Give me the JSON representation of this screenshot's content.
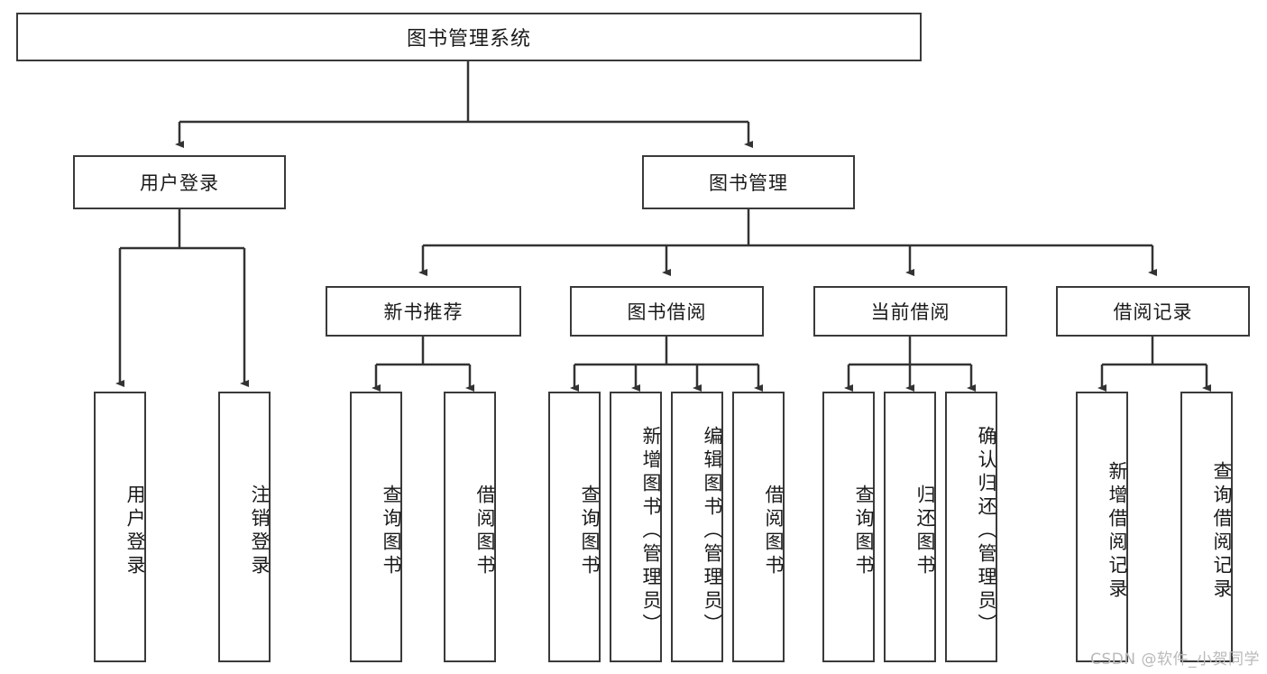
{
  "diagram": {
    "title": "图书管理系统",
    "type": "tree-hierarchy-diagram",
    "colors": {
      "box_border": "#3a3a3a",
      "box_fill": "#ffffff",
      "connector": "#333333",
      "text": "#1a1a1a",
      "watermark": "#b9b9b9",
      "background": "#ffffff"
    },
    "watermark": "CSDN @软件_小贺同学"
  },
  "root": {
    "label": "图书管理系统"
  },
  "level2": [
    {
      "label": "用户登录"
    },
    {
      "label": "图书管理"
    }
  ],
  "level3": [
    {
      "label": "新书推荐"
    },
    {
      "label": "图书借阅"
    },
    {
      "label": "当前借阅"
    },
    {
      "label": "借阅记录"
    }
  ],
  "leaves": {
    "user_login": [
      {
        "label": "用户登录"
      },
      {
        "label": "注销登录"
      }
    ],
    "new_book_recommend": [
      {
        "label": "查询图书"
      },
      {
        "label": "借阅图书"
      }
    ],
    "book_borrow": [
      {
        "label": "查询图书"
      },
      {
        "label": "新增图书（管理员）"
      },
      {
        "label": "编辑图书（管理员）"
      },
      {
        "label": "借阅图书"
      }
    ],
    "current_borrow": [
      {
        "label": "查询图书"
      },
      {
        "label": "归还图书"
      },
      {
        "label": "确认归还（管理员）"
      }
    ],
    "borrow_record": [
      {
        "label": "新增借阅记录"
      },
      {
        "label": "查询借阅记录"
      }
    ]
  }
}
